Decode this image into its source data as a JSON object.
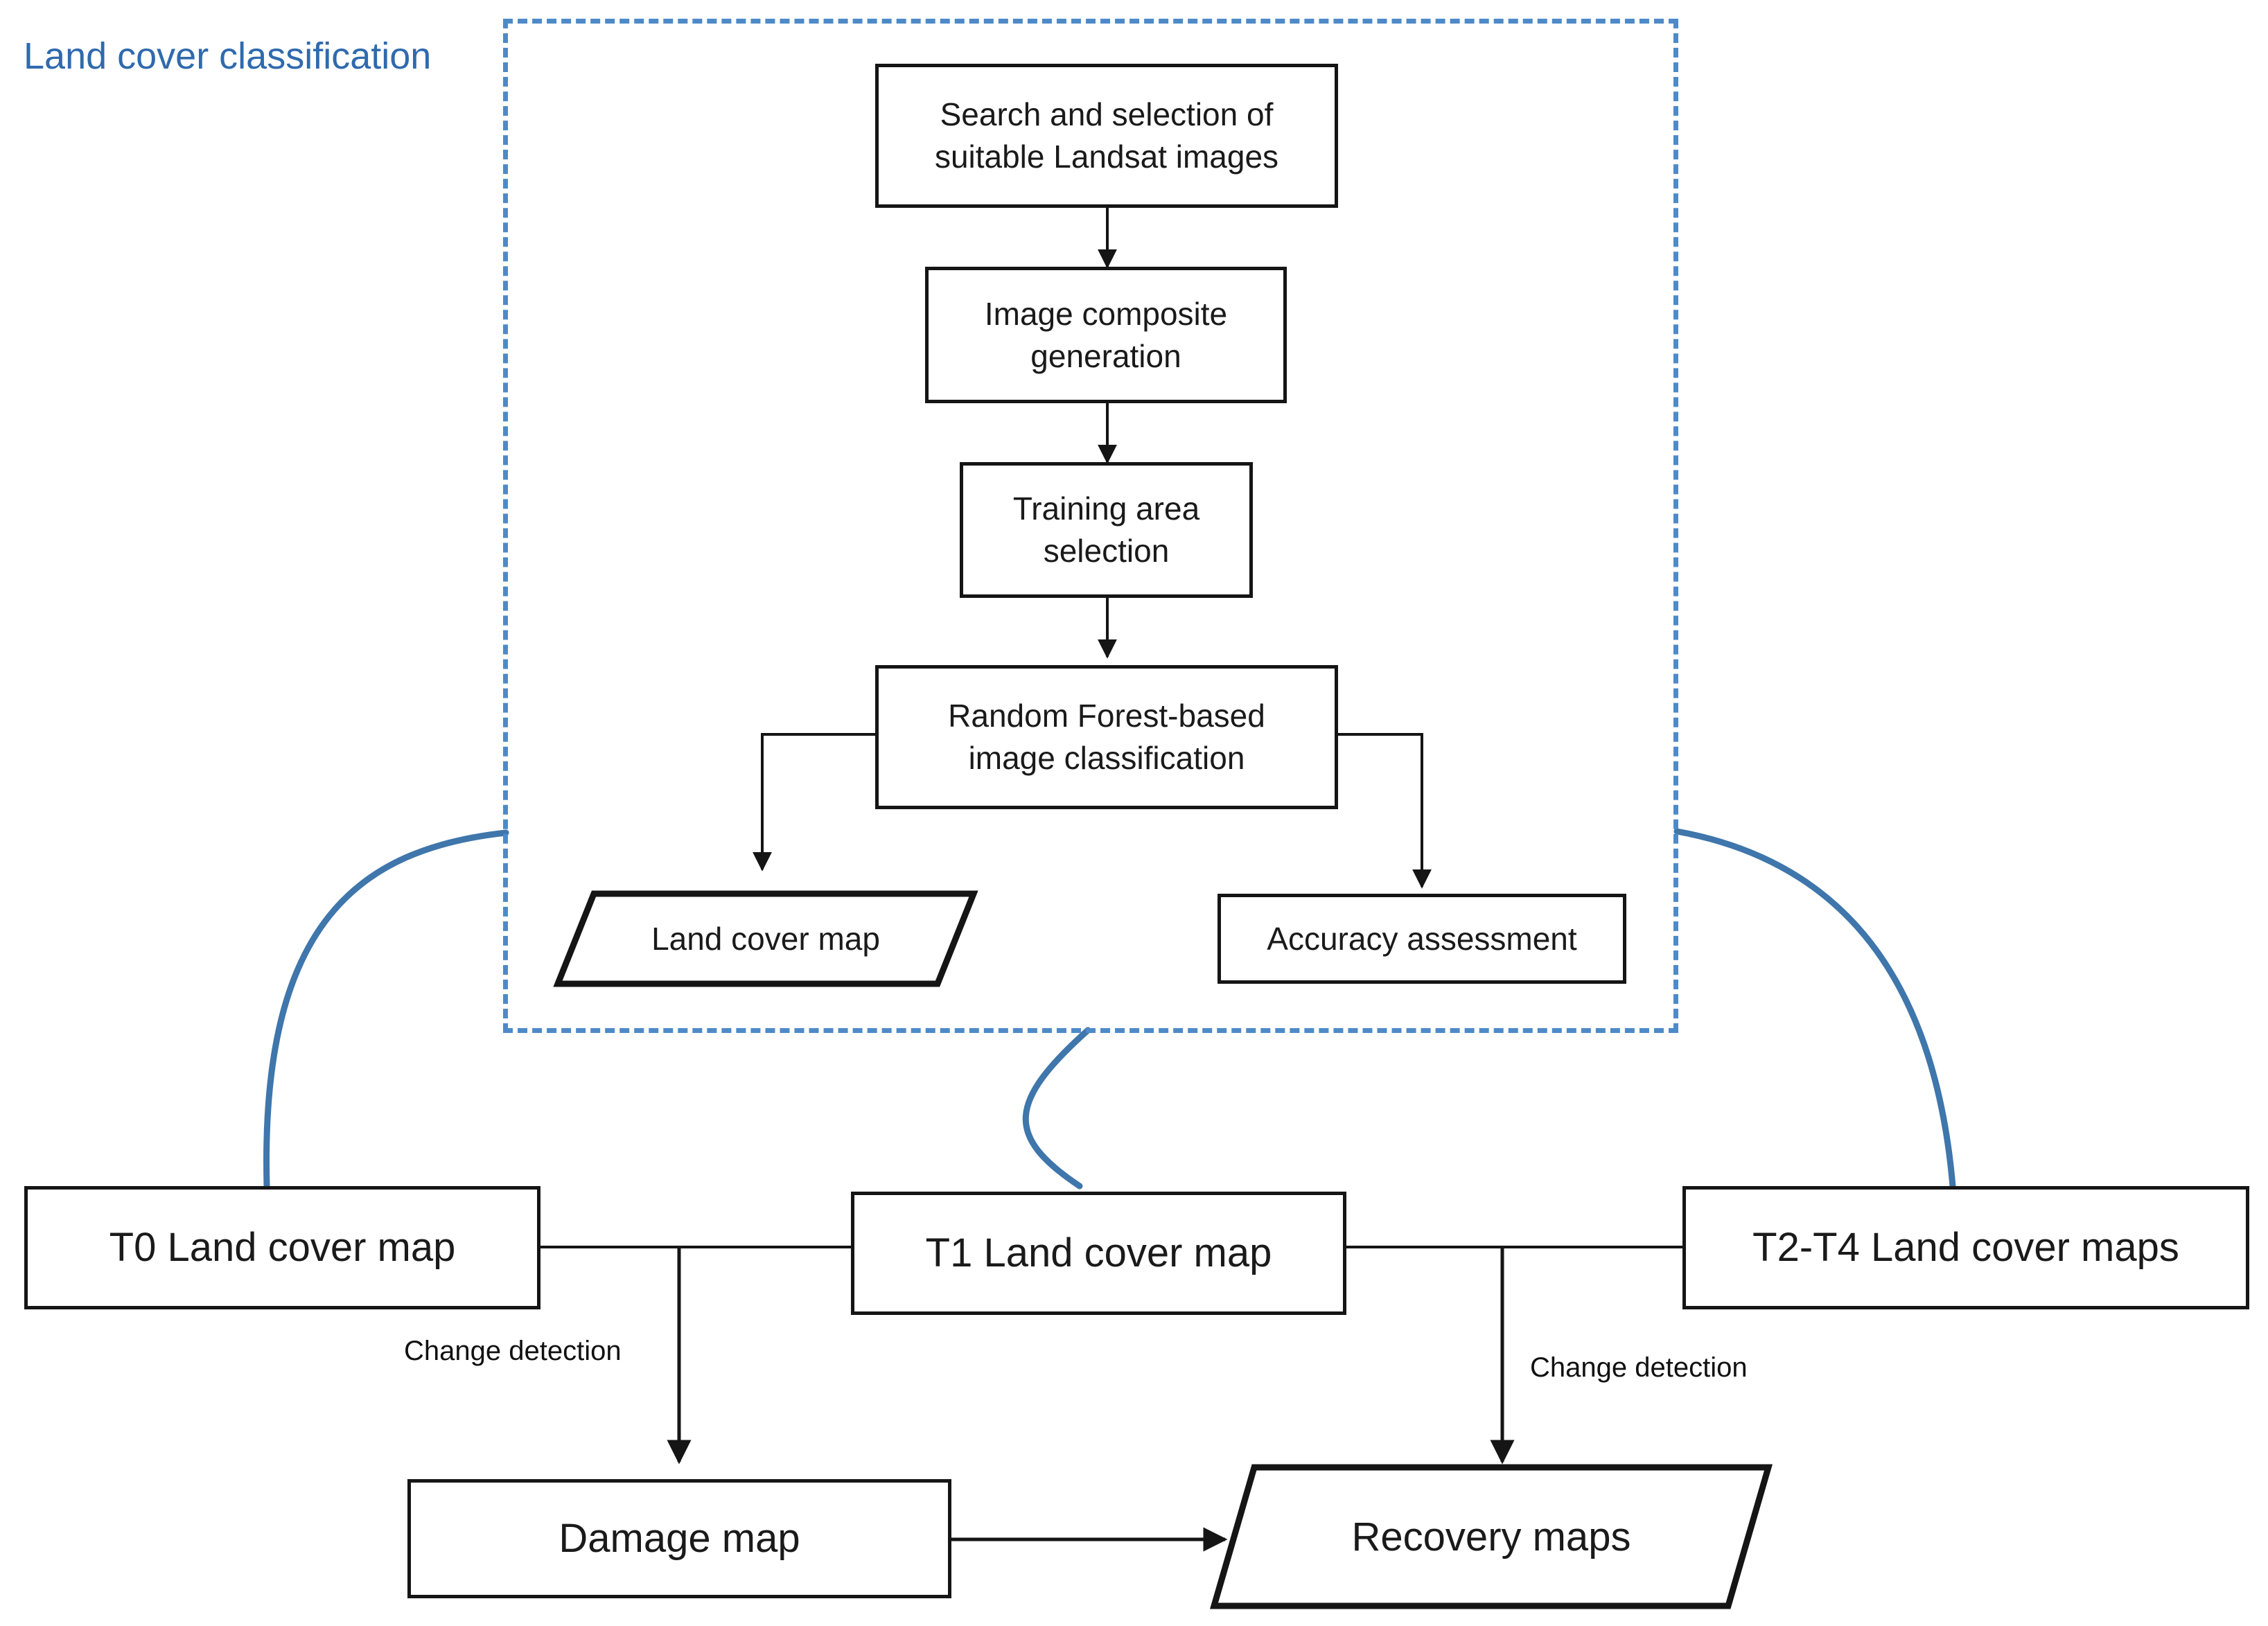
{
  "diagram": {
    "title_group": "Land cover classification",
    "accent_blue": "#4e8ac8",
    "group_title_color": "#2f6aad",
    "line_color": "#151515",
    "curve_color": "#3f76ab",
    "background": "#ffffff"
  },
  "nodes": {
    "search_selection": "Search and selection of\nsuitable Landsat images",
    "image_composite": "Image composite\ngeneration",
    "training_area": "Training area\nselection",
    "random_forest": "Random Forest-based\nimage classification",
    "land_cover_map": "Land cover map",
    "accuracy_assessment": "Accuracy assessment",
    "t0_map": "T0 Land cover map",
    "t1_map": "T1 Land cover map",
    "t2t4_maps": "T2-T4 Land cover maps",
    "damage_map": "Damage map",
    "recovery_maps": "Recovery maps"
  },
  "edge_labels": {
    "change_detection_left": "Change detection",
    "change_detection_right": "Change detection"
  }
}
